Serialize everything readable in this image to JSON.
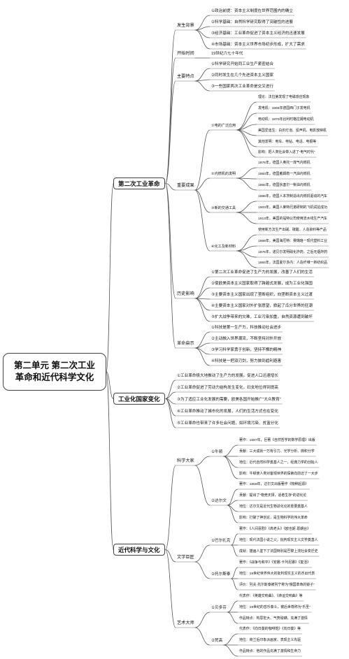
{
  "root": {
    "line1": "第二单元 第二次工业",
    "line2": "革命和近代科学文化"
  },
  "branches": {
    "b1": {
      "title": "第二次工业革命",
      "c1": {
        "label": "发生背景",
        "items": [
          "①政治前提：资本主义制度在世界范围内的确立",
          "②科学基础：自然科学研究取得了突破性的进展",
          "③经济基础：工业革命促进了资本主义经济的迅速发展",
          "④市场基础：资本主义世界市场初步形成，扩大了需求"
        ]
      },
      "c2": {
        "label": "开始时间",
        "item": "19世纪六七十年代"
      },
      "c3": {
        "label": "主要特点",
        "items": [
          "①科学研究开始同工业生产紧密结合",
          "②同时发生在几个先进资本主义国家",
          "③一些国家两次工业革命是交叉进行"
        ]
      },
      "c4": {
        "label": "重要成果",
        "g1": {
          "label": "①电的广泛应用",
          "items": [
            "理论：法拉第发现了电磁感应现象",
            "发电机：1866年德国西门子发电机",
            "电动机：1870年比利时格拉姆电动机",
            "美国爱迪生：白炽灯泡、留声机、电影放映机",
            "其他发明：电车、电钻、电话、电报等",
            "影响：把人类社会带入进了“电气时代”"
          ]
        },
        "g2": {
          "label": "②内燃机的发明",
          "items": [
            "1876年，德国人奥托一煤气内燃机",
            "1883年，德国戴姆勒一汽油内燃机",
            "1892年，德国狄塞尔一柴油内燃机"
          ]
        },
        "g3": {
          "label": "③新的交通工具",
          "items": [
            "1886年，德国人本茨制造出内燃机驱动的汽车",
            "1903年，美国人莱特兄弟研制的飞机试验成功",
            "1913年，美国的福特公司使用流水线生产汽车"
          ]
        },
        "g4": {
          "label": "④化工及新材料",
          "items": [
            "使用新方法生产出碱、硫酸、人造染料等产品",
            "1869年，美国海厄特：赛璐珞一现代塑料工业",
            "1876年，诺贝尔发明硝化炸药，之后无烟炸药",
            "1884年，法国夏尔多内：人造纤维一新纺织品"
          ]
        }
      },
      "c5": {
        "label": "历史影响",
        "items": [
          "①第二次工业革命促进了生产力的发展，改善了人们的生活",
          "②使欧美资本主义国家取得了跨越式发展，成为工业化强国",
          "③主要资本主义国家出现了垄断组织，向垄断资本主义过渡",
          "④主要资本主义国家对外扩张愿望，掀起了瓜分世界的狂潮",
          "⑤扩大战争带来的灾难，工业污染加重，自然资源遭到破坏"
        ]
      },
      "c6": {
        "label": "革命启示",
        "items": [
          "①科技是第一生产力，科技推动社会进步",
          "②主动融入世界潮流，不断坚持对外开放",
          "③学习科学家勇于创新，坚持不懈的精神",
          "④科技是一把双刃剑，努力做到趋利避害"
        ]
      }
    },
    "b2": {
      "title": "工业化国家变化",
      "items": [
        "①工业革命极大地推动了生产力的发展，促进人口迅速增长",
        "②工业革命促进了劳动力结构发生变化，妇女地位得到提高",
        "③为了适应工业化发展的需要，欧美各国开始推广“大众教育”",
        "④工业革命推动了城市化的发展，人们的生活方式也在变化",
        "⑤工业革命也带来了许多社会问题，如环境污染、贫富分化"
      ]
    },
    "b3": {
      "title": "近代科学与文化",
      "sci": {
        "label": "科学大家",
        "newton": {
          "label": "①牛顿",
          "items": [
            "著作：1687年，巨著《自然哲学的数学原理》出版",
            "贡献：三大成就一万有引力、光学分析、微积分学",
            "地位：近代自然科学奠基人之一，经典力学的创始人",
            "影响：牛顿使人类对客观世界的探索向前迈了一大步"
          ]
        },
        "darwin": {
          "label": "②达尔文",
          "items": [
            "著作：1859年，达尔文出版著作《物种起源》",
            "贡献：提出了“物竞天择，适者生存”的进化论",
            "地位：达尔文是近代生物进化论的重要奠基人",
            "影响：打破了神创论，是生物科学的伟大革命"
          ]
        }
      },
      "lit": {
        "label": "文学巨匠",
        "balzac": {
          "label": "①巴尔扎克",
          "items": [
            "著作：《人间喜剧》《高老头》《欧也妮·葛朗台》",
            "地位：现代法国小说之父，批判现实主义文学奠基人",
            "成就：描画人鉴下了法国特别是巴黎上流社会变迁史"
          ]
        },
        "tolstoy": {
          "label": "②托尔斯泰",
          "items": [
            "著作：《战争与和平》《安娜·卡列尼娜》《复活》",
            "地位：19世纪世界伟大的批判现实主义的杰出代表",
            "评价：列夫·托尔斯泰被列宁称为“俄国革命的镜子”"
          ]
        }
      },
      "art": {
        "label": "艺术大师",
        "beethoven": {
          "label": "①贝多芬",
          "items": [
            "代表作：《英雄交响曲》、《命运交响曲》等",
            "地位：19世纪的音乐泰斗，被后世尊称为“乐圣”",
            "作品特点：构思宏大、气势磅礴，充满了激情"
          ]
        },
        "vangogh": {
          "label": "②梵高",
          "items": [
            "代表作：《向日葵的咖啡馆》《向日葵》等",
            "地位：荷兰后印象派画家，表现主义先驱",
            "作品特点：他的作品充满了激情和生命力"
          ]
        }
      }
    }
  }
}
